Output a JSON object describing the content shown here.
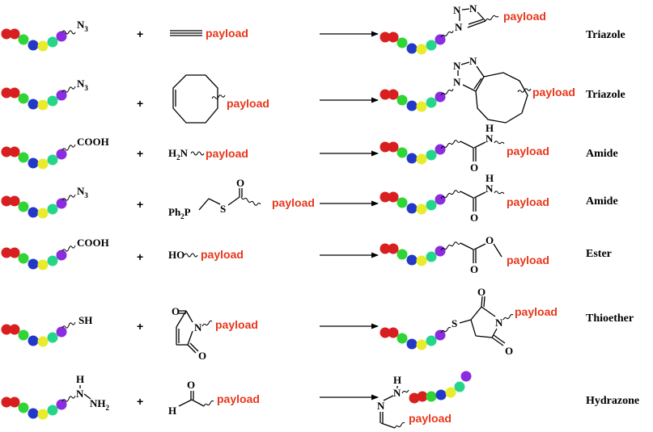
{
  "bead_colors": [
    "#d81e1e",
    "#d81e1e",
    "#2fd435",
    "#2438c8",
    "#e8ec2a",
    "#25d68a",
    "#8b2ce0"
  ],
  "labels": {
    "payload": "payload",
    "plus": "+"
  },
  "rows": [
    {
      "id": "azide-alkyne",
      "reagent_group": "N3",
      "product_linkage": "Triazole"
    },
    {
      "id": "azide-cyclooctyne",
      "reagent_group": "N3",
      "product_linkage": "Triazole"
    },
    {
      "id": "acid-amine",
      "reagent_group": "COOH",
      "product_linkage": "Amide"
    },
    {
      "id": "staudinger",
      "reagent_group": "N3",
      "product_linkage": "Amide"
    },
    {
      "id": "acid-alcohol",
      "reagent_group": "COOH",
      "product_linkage": "Ester"
    },
    {
      "id": "thiol-maleimide",
      "reagent_group": "SH",
      "product_linkage": "Thioether"
    },
    {
      "id": "hydrazine-aldehyde",
      "reagent_group": "NH2",
      "product_linkage": "Hydrazone"
    }
  ],
  "atoms": {
    "N": "N",
    "N3": "N",
    "sub3": "3",
    "COOH": "COOH",
    "H2N_H": "H",
    "H2N_2": "2",
    "H2N_N": "N",
    "Ph2P": "Ph",
    "Ph2P_2": "2",
    "Ph2P_P": "P",
    "S": "S",
    "O": "O",
    "H": "H",
    "HO": "HO",
    "SH": "SH",
    "NH2_NH": "NH",
    "NH2_2": "2"
  },
  "icons": {
    "arrow": "right-arrow-icon",
    "bead": "amino-acid-bead-icon"
  }
}
